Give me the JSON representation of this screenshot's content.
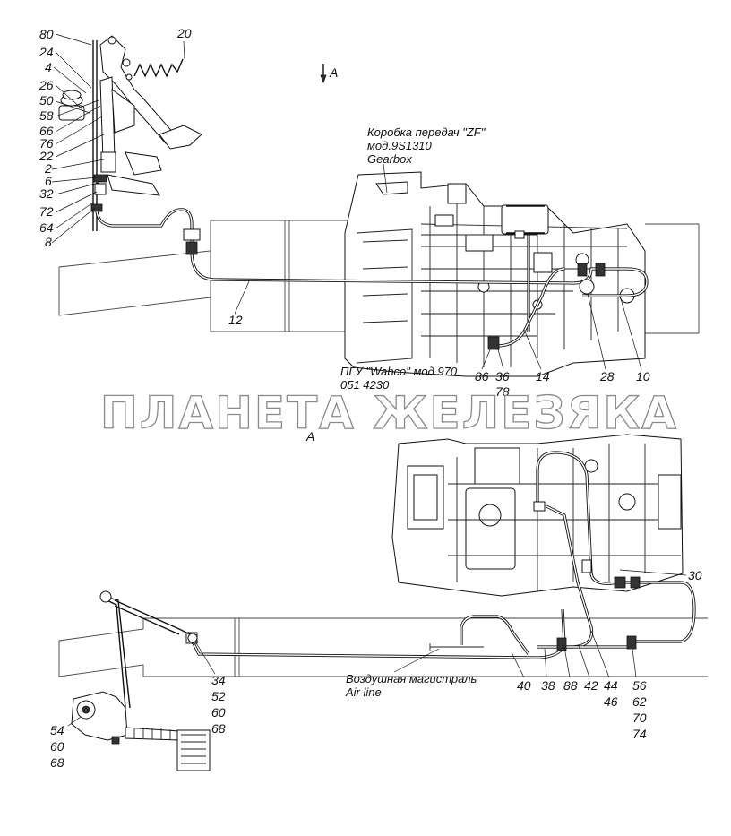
{
  "watermark": "ПЛАНЕТА ЖЕЛЕЗЯКА",
  "view": {
    "arrow_label": "A",
    "section_label": "A"
  },
  "captions": {
    "gearbox_ru": "Коробка передач \"ZF\"",
    "gearbox_model": "мод.9S1310",
    "gearbox_en": "Gearbox",
    "pgu_ru": "ПГУ \"Wabco\" мод.970",
    "pgu_num": "051 4230",
    "airline_ru": "Воздушная магистраль",
    "airline_en": "Air line"
  },
  "callouts": {
    "pedal_left": [
      "80",
      "24",
      "4",
      "26",
      "50",
      "58",
      "66",
      "76",
      "22",
      "2",
      "6",
      "32",
      "72",
      "64",
      "8"
    ],
    "spring": "20",
    "pipe_12": "12",
    "gearbox_bottom": [
      "86",
      "36",
      "78",
      "14",
      "28",
      "10"
    ],
    "lower_30": "30",
    "lower_mid": [
      "34",
      "52",
      "60",
      "68"
    ],
    "lower_pedal": [
      "54",
      "60",
      "68"
    ],
    "lower_pipes": [
      "40",
      "38",
      "88",
      "42",
      "44",
      "46"
    ],
    "lower_right": [
      "56",
      "62",
      "70",
      "74"
    ]
  }
}
